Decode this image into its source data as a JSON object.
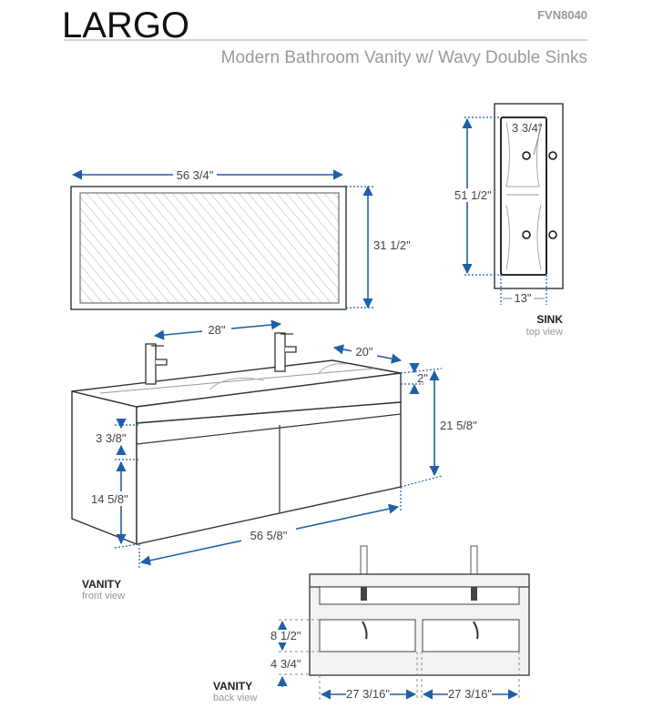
{
  "header": {
    "title": "LARGO",
    "model": "FVN8040",
    "subtitle": "Modern Bathroom Vanity w/ Wavy Double Sinks"
  },
  "mirror": {
    "width": "56 3/4\"",
    "height": "31 1/2\""
  },
  "vanity_front": {
    "faucet_spacing": "28\"",
    "depth": "20\"",
    "counter_thickness": "2\"",
    "total_height": "21 5/8\"",
    "drawer_height": "3 3/8\"",
    "door_height": "14 5/8\"",
    "width": "56 5/8\"",
    "label": "VANITY",
    "view": "front view"
  },
  "sink": {
    "length": "51 1/2\"",
    "width": "13\"",
    "depth": "3 3/4\"",
    "label": "SINK",
    "view": "top view"
  },
  "vanity_back": {
    "upper_height": "8 1/2\"",
    "lower_height": "4 3/4\"",
    "left_width": "27 3/16\"",
    "right_width": "27 3/16\"",
    "label": "VANITY",
    "view": "back view"
  },
  "colors": {
    "dimension": "#1f5fa8",
    "title": "#111111",
    "subtitle": "#999999"
  }
}
